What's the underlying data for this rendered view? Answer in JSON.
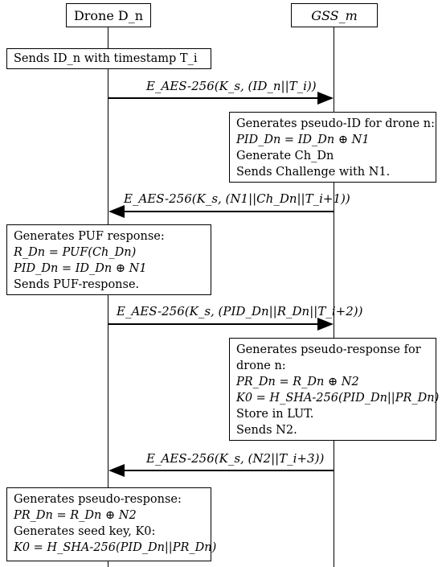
{
  "participants": {
    "drone": "Drone D_n",
    "gss": "GSS_m"
  },
  "step1": {
    "line1": "Sends ID_n with timestamp T_i"
  },
  "msg1": "E_AES-256(K_s, (ID_n||T_i))",
  "step2": {
    "line1": "Generates pseudo-ID for drone n:",
    "line2": "PID_Dn = ID_Dn ⊕ N1",
    "line3": "Generate Ch_Dn",
    "line4": "Sends Challenge with N1."
  },
  "msg2": "E_AES-256(K_s, (N1||Ch_Dn||T_i+1))",
  "step3": {
    "line1": "Generates PUF response:",
    "line2": "R_Dn = PUF(Ch_Dn)",
    "line3": "PID_Dn = ID_Dn ⊕ N1",
    "line4": "Sends PUF-response."
  },
  "msg3": "E_AES-256(K_s, (PID_Dn||R_Dn||T_i+2))",
  "step4": {
    "line1": "Generates pseudo-response for",
    "line2": "drone n:",
    "line3": "PR_Dn = R_Dn ⊕ N2",
    "line4": "K0 = H_SHA-256(PID_Dn||PR_Dn)",
    "line5": "Store in LUT.",
    "line6": "Sends N2."
  },
  "msg4": "E_AES-256(K_s, (N2||T_i+3))",
  "step5": {
    "line1": "Generates pseudo-response:",
    "line2": "PR_Dn = R_Dn ⊕ N2",
    "line3": "Generates seed key, K0:",
    "line4": "K0 = H_SHA-256(PID_Dn||PR_Dn)"
  }
}
